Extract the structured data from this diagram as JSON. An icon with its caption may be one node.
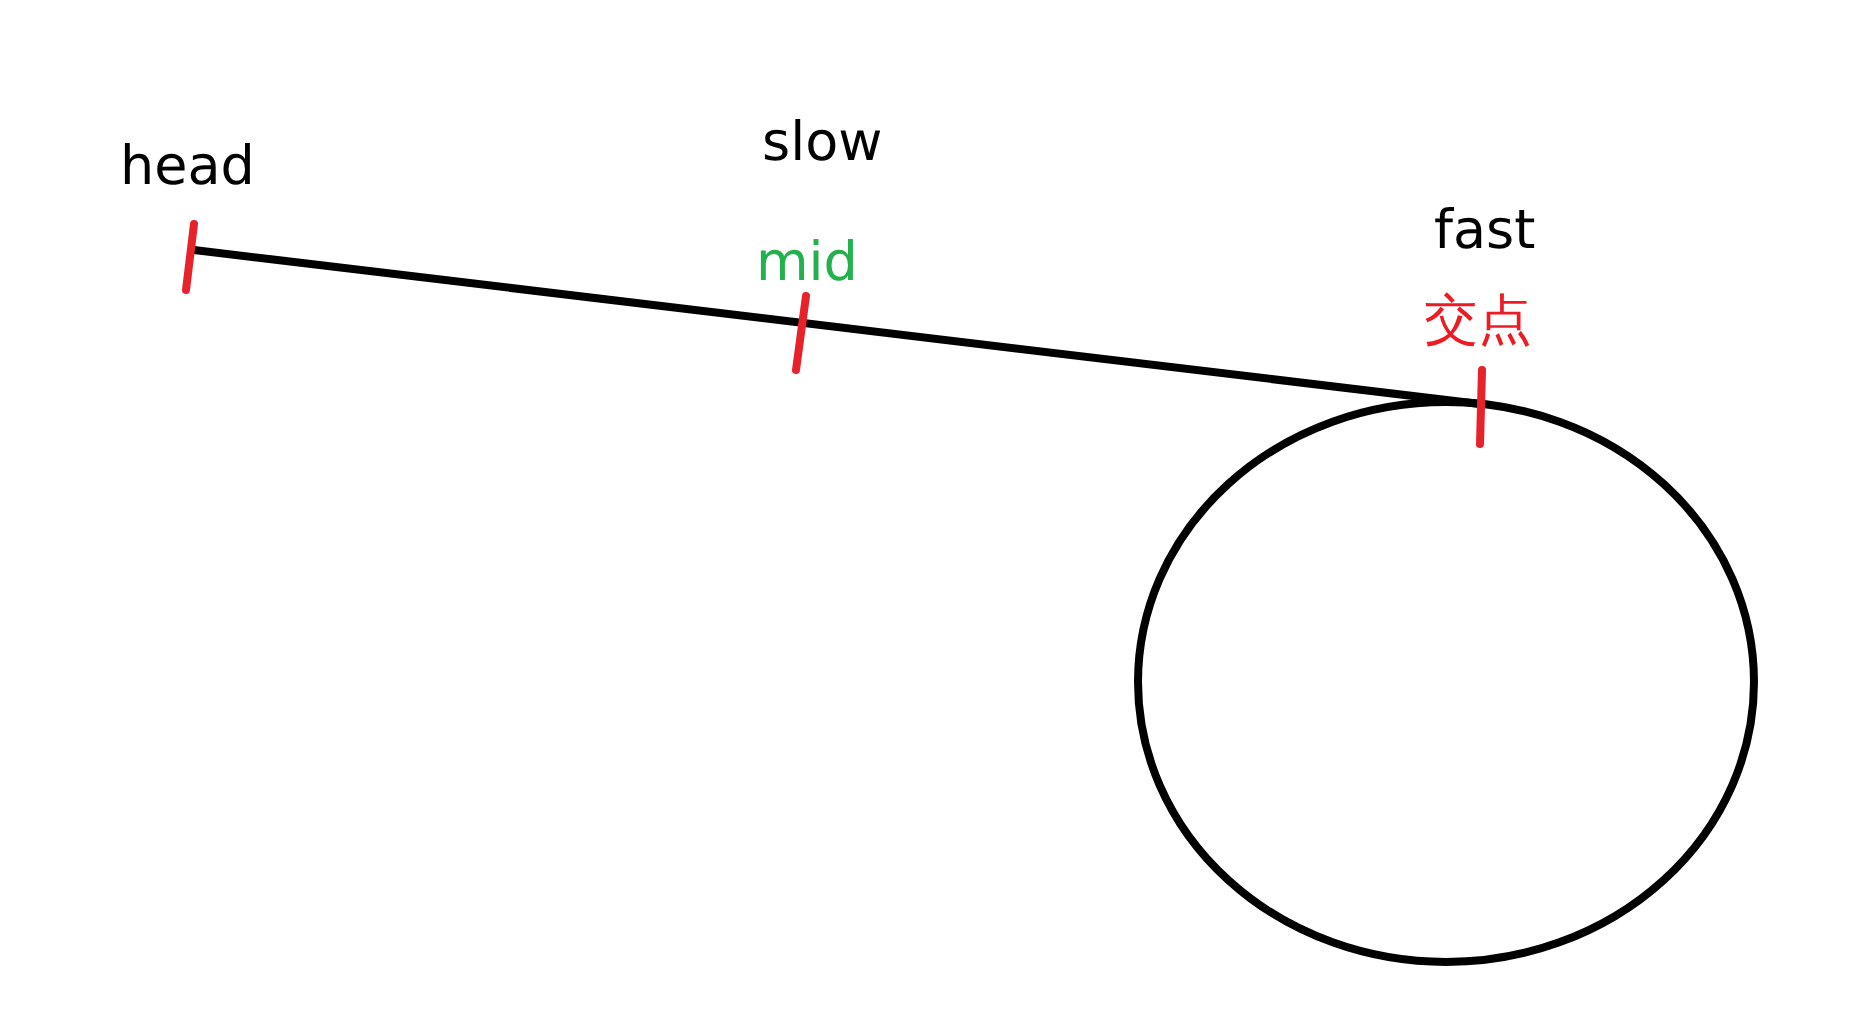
{
  "diagram": {
    "labels": [
      "head",
      "slow",
      "mid",
      "fast",
      "交点"
    ]
  }
}
